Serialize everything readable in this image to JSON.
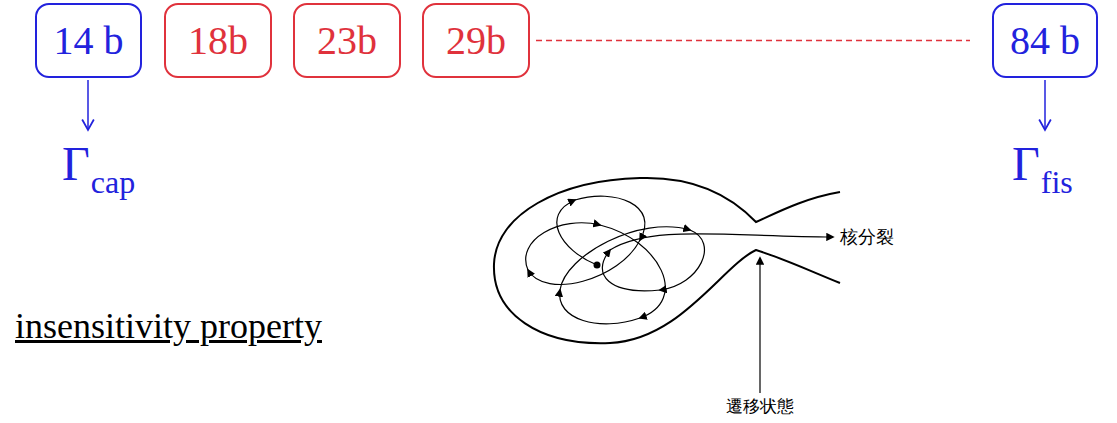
{
  "diagram": {
    "nodes": [
      {
        "text": [
          "14 b"
        ]
      },
      {
        "text": [
          "18b"
        ]
      },
      {
        "text": [
          "23b"
        ]
      },
      {
        "text": [
          "29b"
        ]
      },
      {
        "text": [
          "84 b"
        ]
      }
    ],
    "edges": [
      {
        "from": 3,
        "to": 4,
        "arrow": "none"
      }
    ],
    "labels": [
      "Γ",
      "cap",
      "Γ",
      "fis",
      "insensitivity property",
      "核分裂",
      "遷移状態"
    ]
  }
}
